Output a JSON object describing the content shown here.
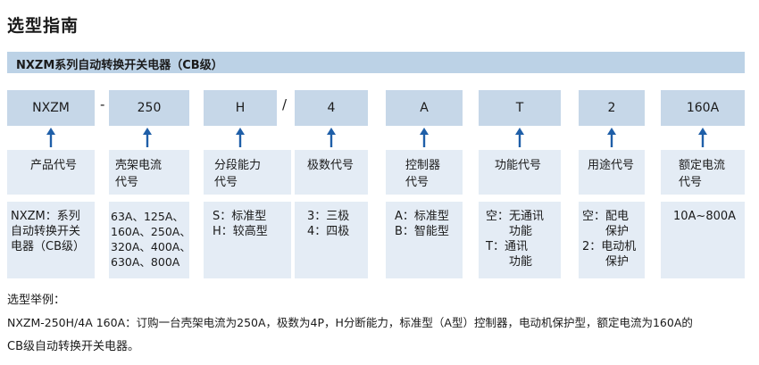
{
  "title": "选型指南",
  "bar_label": "NXZM系列自动转换开关电器（CB级）",
  "separators": [
    "-",
    "/"
  ],
  "columns": [
    {
      "code": "NXZM",
      "label": [
        "产品代号"
      ],
      "options": [
        "NXZM：系列",
        "自动转换开关",
        "电器（CB级）"
      ]
    },
    {
      "code": "250",
      "label": [
        "壳架电流",
        "代号"
      ],
      "options": [
        "63A、125A、",
        "160A、250A、",
        "320A、400A、",
        "630A、800A"
      ]
    },
    {
      "code": "H",
      "label": [
        "分段能力",
        "代号"
      ],
      "options": [
        "S：标准型",
        "H：较高型"
      ]
    },
    {
      "code": "4",
      "label": [
        "极数代号"
      ],
      "options": [
        "3：三极",
        "4：四极"
      ]
    },
    {
      "code": "A",
      "label": [
        "控制器",
        "代号"
      ],
      "options": [
        "A：标准型",
        "B：智能型"
      ]
    },
    {
      "code": "T",
      "label": [
        "功能代号"
      ],
      "options": [
        "空：无通讯",
        "　　功能",
        "T：通讯",
        "　　功能"
      ]
    },
    {
      "code": "2",
      "label": [
        "用途代号"
      ],
      "options": [
        "空：配电",
        "　　保护",
        "2：电动机",
        "　　保护"
      ]
    },
    {
      "code": "160A",
      "label": [
        "额定电流",
        "代号"
      ],
      "options": [
        "10A~800A"
      ]
    }
  ],
  "example": {
    "heading": "选型举例：",
    "line1": "NXZM-250H/4A  160A：订购一台壳架电流为250A，极数为4P，H分断能力，标准型（A型）控制器，电动机保护型，额定电流为160A的",
    "line2": "CB级自动转换开关电器。"
  },
  "colors": {
    "bar": "#bcd2e6",
    "code_box": "#c6d7e8",
    "light_box": "#e4ecf5",
    "arrow": "#1f5fa8"
  }
}
